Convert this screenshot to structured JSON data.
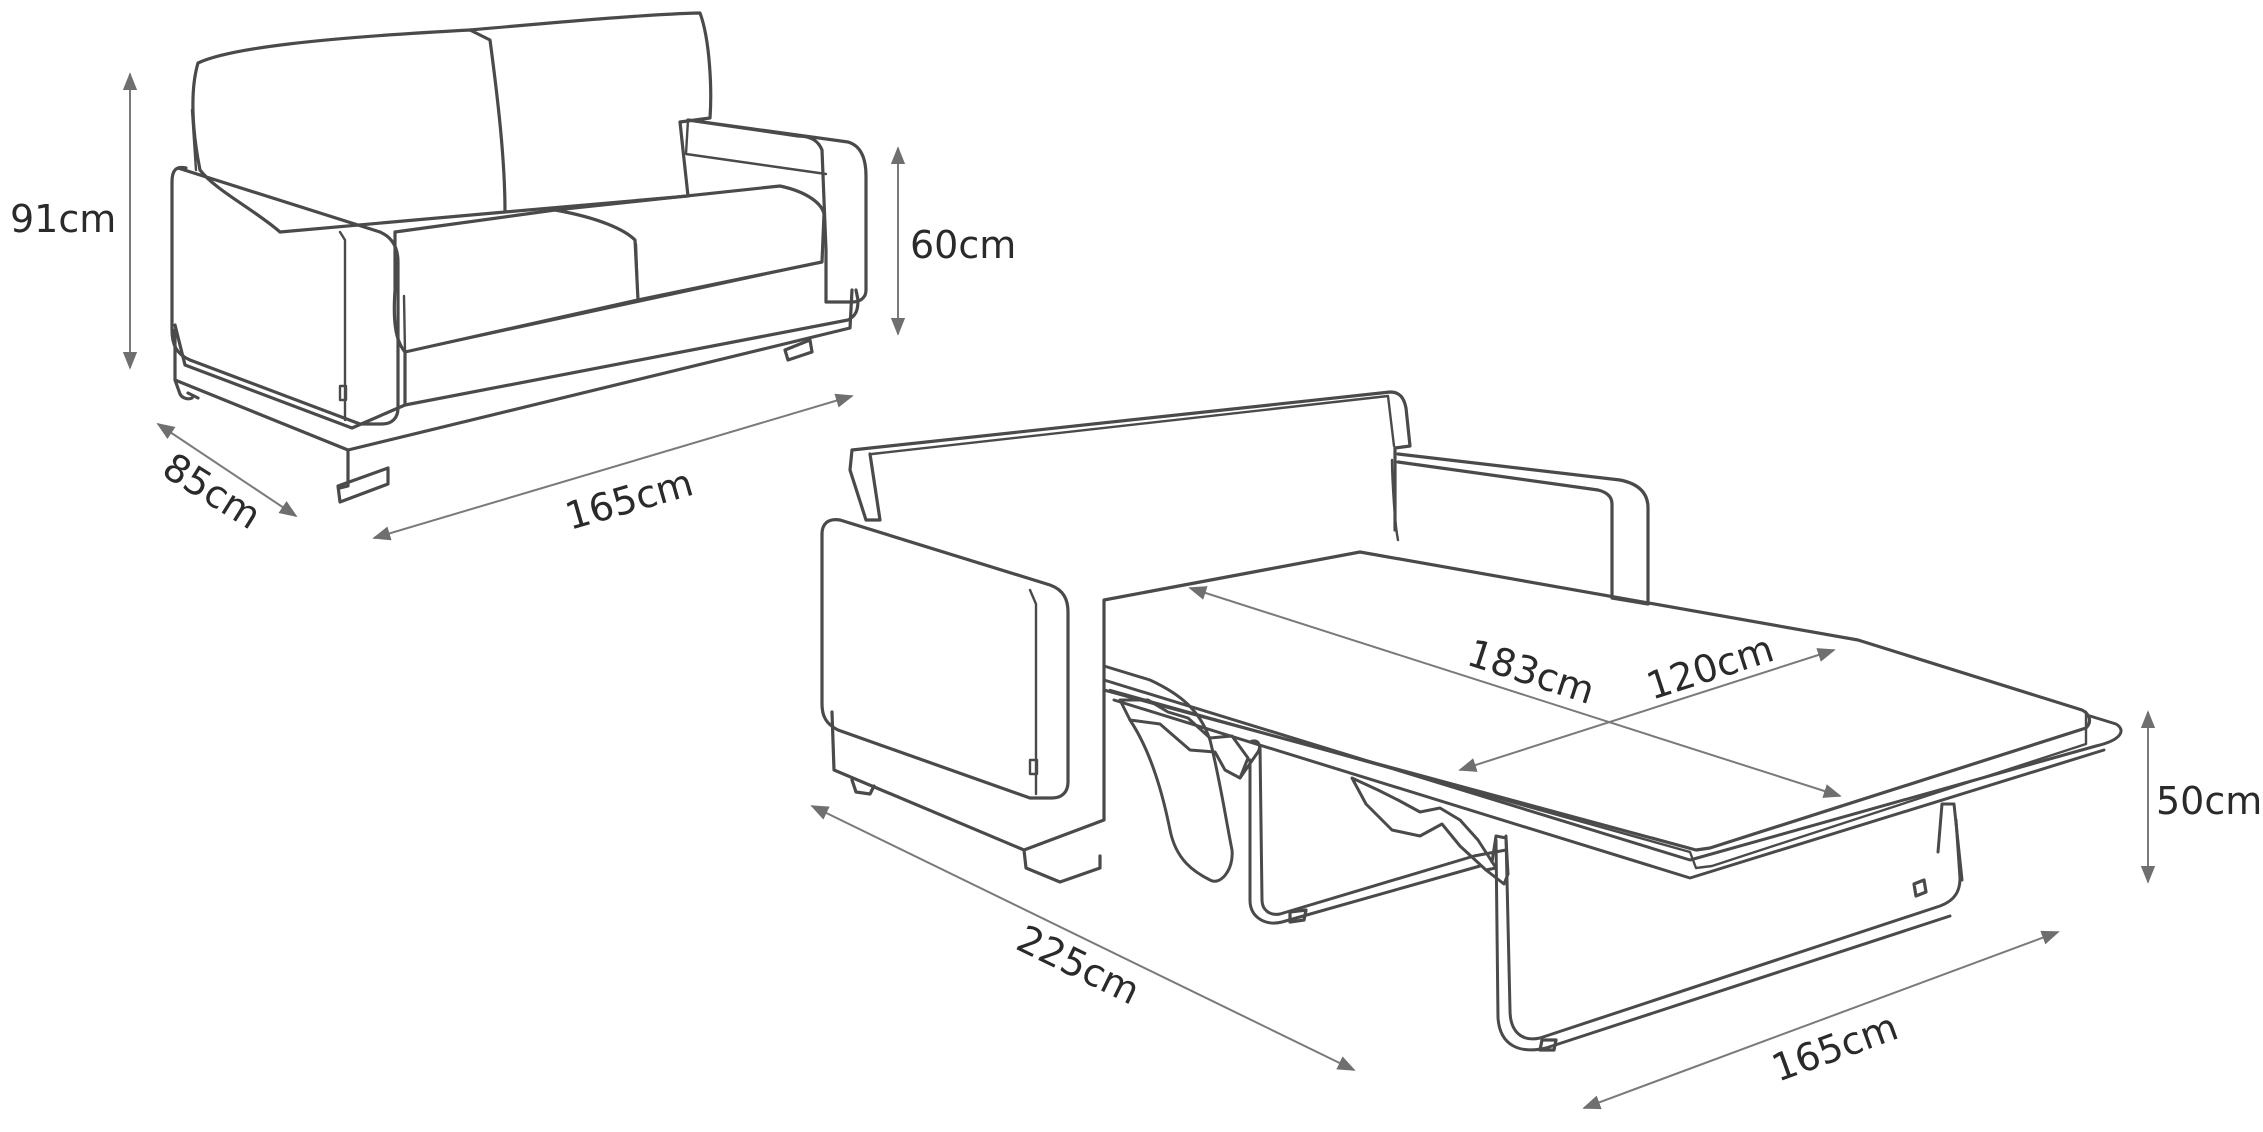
{
  "sofa": {
    "height_label": "91cm",
    "arm_height_label": "60cm",
    "depth_label": "85cm",
    "width_label": "165cm"
  },
  "sofa_bed": {
    "bed_length_label": "183cm",
    "bed_width_label": "120cm",
    "bed_height_label": "50cm",
    "total_length_label": "225cm",
    "width_label": "165cm"
  }
}
